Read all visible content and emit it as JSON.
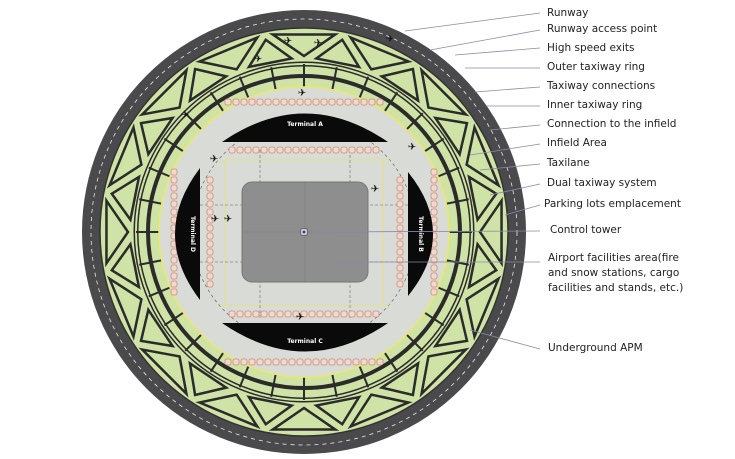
{
  "terminals": {
    "a": "Terminal A",
    "b": "Terminal B",
    "c": "Terminal C",
    "d": "Terminal D"
  },
  "labels": [
    "Runway",
    "Runway access point",
    "High speed exits",
    "Outer taxiway ring",
    "Taxiway connections",
    "Inner taxiway ring",
    "Connection to the infield",
    "Infield Area",
    "Taxilane",
    "Dual taxiway system",
    "Parking lots emplacement",
    "Control tower",
    "Airport facilities area(fire and snow stations, cargo facilities and stands, etc.)",
    "Underground APM"
  ],
  "colors": {
    "runway": "#4a4a4c",
    "green": "#cfe3a6",
    "taxiway": "#d9dbd6",
    "infield": "#8e8e8e",
    "terminal": "#0a0a0a",
    "stands": "#c98a80"
  }
}
